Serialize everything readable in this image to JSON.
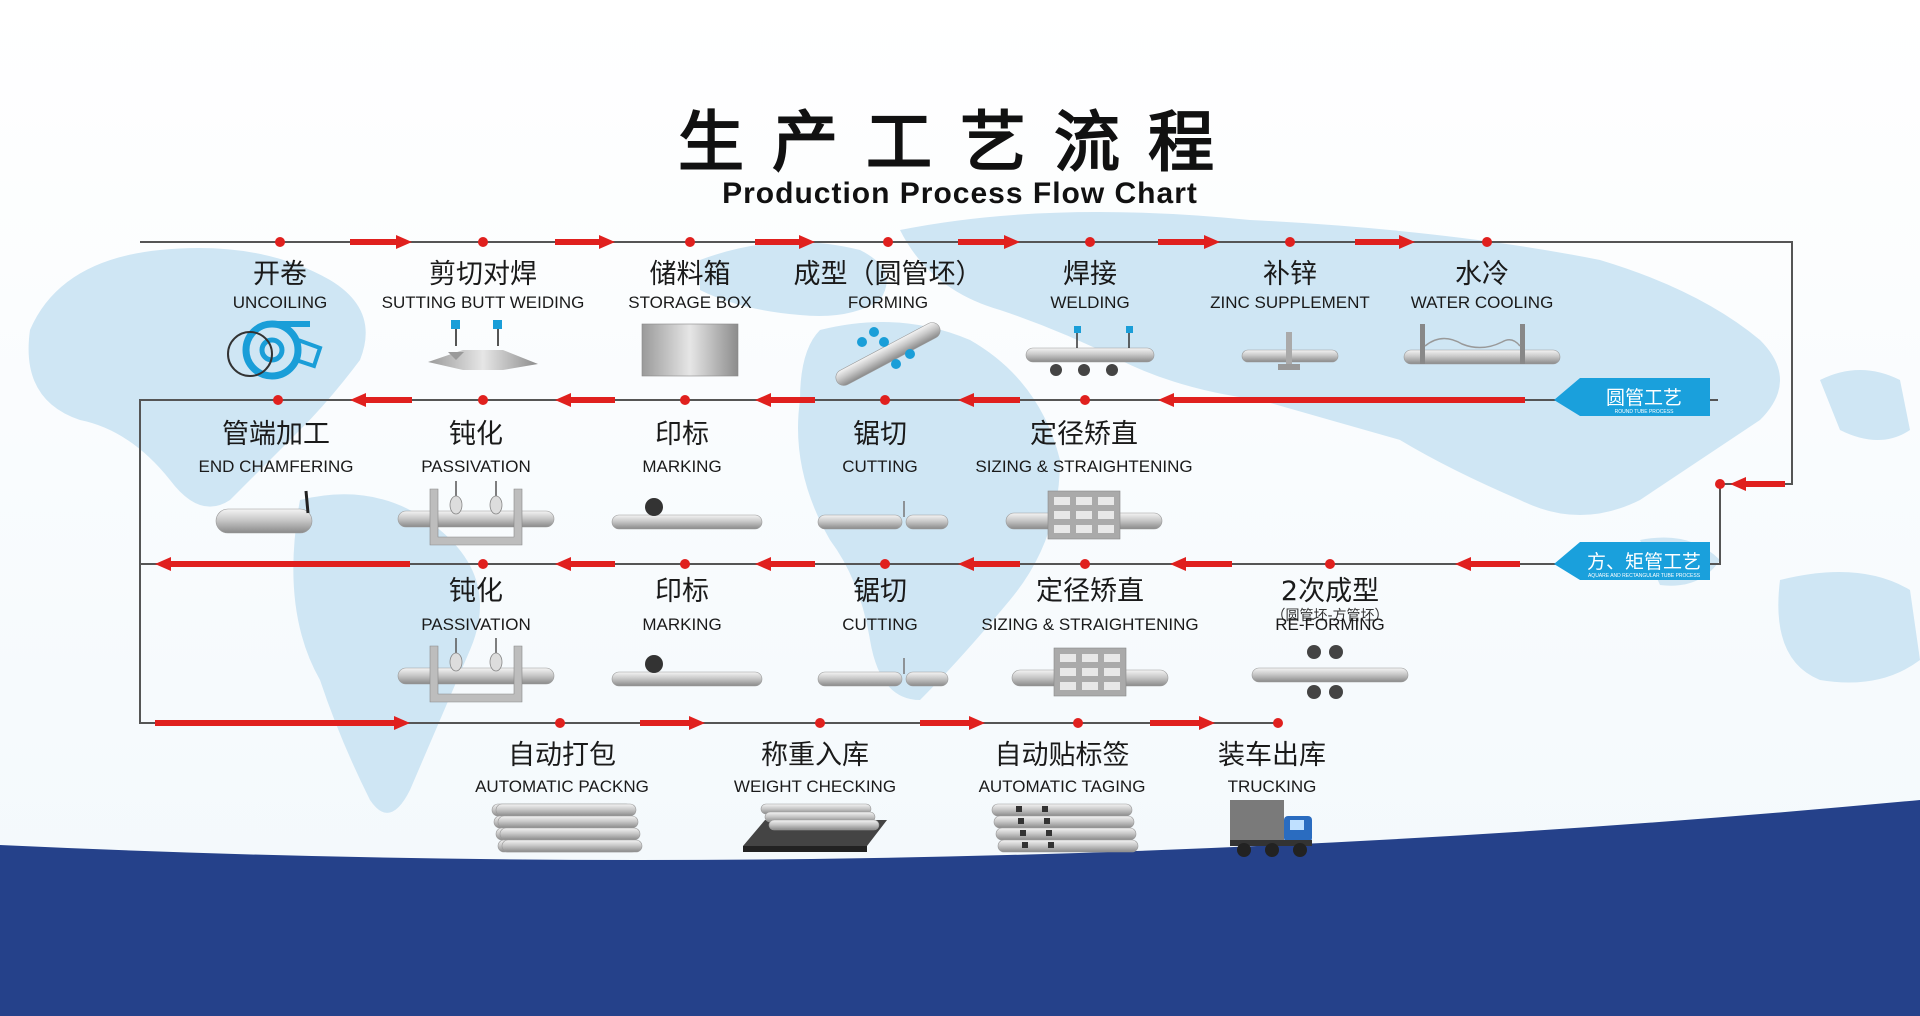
{
  "title": {
    "cn": "生产工艺流程",
    "en": "Production Process Flow Chart"
  },
  "route_tags": {
    "round": {
      "cn": "圆管工艺",
      "en": "ROUND TUBE PROCESS"
    },
    "square": {
      "cn": "方、矩管工艺",
      "en": "AQUARE AND RECTANGULAR TUBE PROCESS"
    }
  },
  "row1_steps": [
    {
      "cn": "开卷",
      "en": "UNCOILING",
      "icon": "uncoiler-icon"
    },
    {
      "cn": "剪切对焊",
      "en": "SUTTING BUTT WEIDING",
      "icon": "butt-weld-icon"
    },
    {
      "cn": "储料箱",
      "en": "STORAGE BOX",
      "icon": "storage-box-icon"
    },
    {
      "cn": "成型（圆管坯）",
      "en": "FORMING",
      "icon": "forming-icon"
    },
    {
      "cn": "焊接",
      "en": "WELDING",
      "icon": "welding-icon"
    },
    {
      "cn": "补锌",
      "en": "ZINC SUPPLEMENT",
      "icon": "zinc-icon"
    },
    {
      "cn": "水冷",
      "en": "WATER COOLING",
      "icon": "water-cooling-icon"
    }
  ],
  "row2_steps": [
    {
      "cn": "管端加工",
      "en": "END CHAMFERING",
      "icon": "chamfer-icon"
    },
    {
      "cn": "钝化",
      "en": "PASSIVATION",
      "icon": "passivation-icon"
    },
    {
      "cn": "印标",
      "en": "MARKING",
      "icon": "marking-icon"
    },
    {
      "cn": "锯切",
      "en": "CUTTING",
      "icon": "cutting-icon"
    },
    {
      "cn": "定径矫直",
      "en": "SIZING & STRAIGHTENING",
      "icon": "sizing-icon"
    }
  ],
  "row3_steps": [
    {
      "cn": "钝化",
      "en": "PASSIVATION",
      "icon": "passivation-icon"
    },
    {
      "cn": "印标",
      "en": "MARKING",
      "icon": "marking-icon"
    },
    {
      "cn": "锯切",
      "en": "CUTTING",
      "icon": "cutting-icon"
    },
    {
      "cn": "定径矫直",
      "en": "SIZING & STRAIGHTENING",
      "icon": "sizing-icon"
    },
    {
      "cn": "2次成型",
      "sub": "（圆管坯-方管坯）",
      "en": "RE-FORMING",
      "icon": "reforming-icon"
    }
  ],
  "row4_steps": [
    {
      "cn": "自动打包",
      "en": "AUTOMATIC PACKNG",
      "icon": "bundle-icon"
    },
    {
      "cn": "称重入库",
      "en": "WEIGHT CHECKING",
      "icon": "scale-icon"
    },
    {
      "cn": "自动贴标签",
      "en": "AUTOMATIC TAGING",
      "icon": "tagged-bundle-icon"
    },
    {
      "cn": "装车出库",
      "en": "TRUCKING",
      "icon": "truck-icon"
    }
  ],
  "colors": {
    "flow_line": "#555555",
    "arrow": "#e0201e",
    "tag": "#1aa0dc",
    "map": "#cfe6f4",
    "band": "#25418a",
    "icon_blue": "#1a9ed8"
  }
}
